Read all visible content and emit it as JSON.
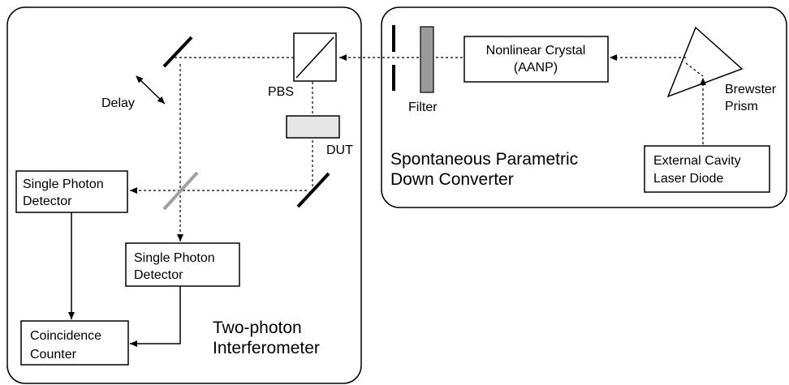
{
  "interferometer": {
    "title_line1": "Two-photon",
    "title_line2": "Interferometer",
    "delay_label": "Delay",
    "pbs_label": "PBS",
    "dut_label": "DUT",
    "detector1": {
      "line1": "Single Photon",
      "line2": "Detector"
    },
    "detector2": {
      "line1": "Single Photon",
      "line2": "Detector"
    },
    "counter": {
      "line1": "Coincidence",
      "line2": "Counter"
    }
  },
  "spdc": {
    "title_line1": "Spontaneous Parametric",
    "title_line2": "Down Converter",
    "filter_label": "Filter",
    "crystal": {
      "line1": "Nonlinear Crystal",
      "line2": "(AANP)"
    },
    "prism_line1": "Brewster",
    "prism_line2": "Prism",
    "laser": {
      "line1": "External Cavity",
      "line2": "Laser Diode"
    }
  },
  "colors": {
    "line": "#000000",
    "grey_element": "#9a9a9a",
    "dut_fill": "#e6e6e6",
    "splitter": "#a0a0a0"
  }
}
